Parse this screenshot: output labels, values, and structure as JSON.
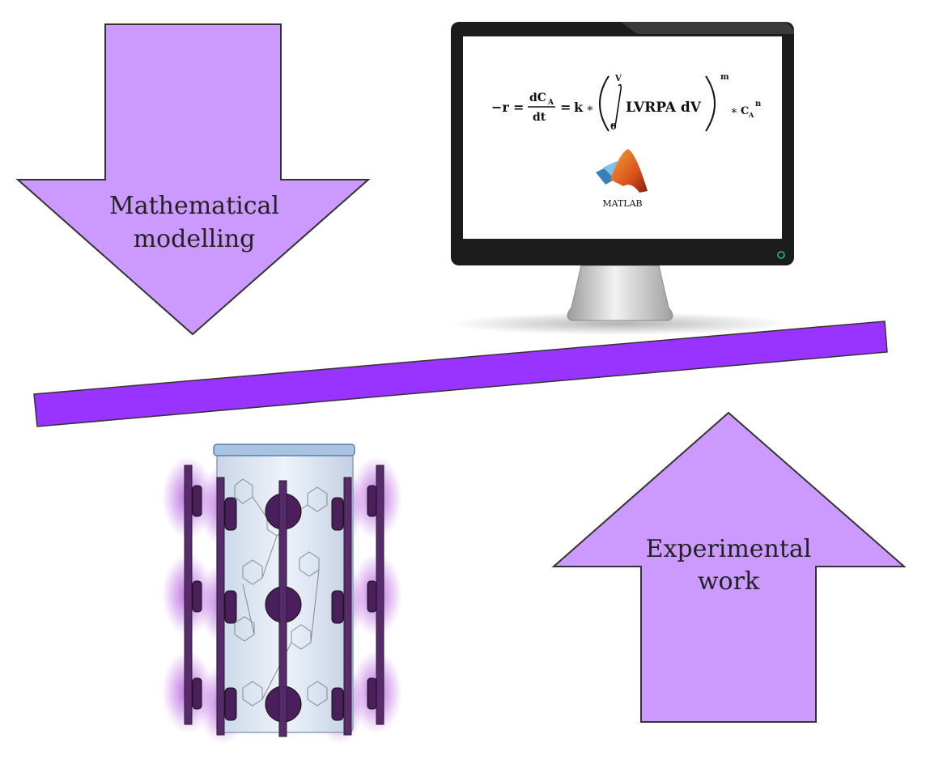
{
  "top_arrow": {
    "line1": "Mathematical",
    "line2": "modelling",
    "fill": "#cc99ff",
    "stroke": "#333333"
  },
  "bottom_arrow": {
    "line1": "Experimental",
    "line2": "work",
    "fill": "#cc99ff",
    "stroke": "#333333"
  },
  "balance_bar": {
    "fill": "#9933ff"
  },
  "monitor": {
    "equation": {
      "minus_r": "−r",
      "eq": "=",
      "dca": "dC",
      "dca_sub": "A",
      "dt": "dt",
      "k": "k",
      "star": "∗",
      "int_top": "V",
      "int_bottom": "0",
      "lvrpa": "LVRPA dV",
      "m": "m",
      "ca": "C",
      "ca_sub": "A",
      "n": "n"
    },
    "logo_text": "MATLAB",
    "power_color": "#2bb3a0"
  },
  "reactor": {
    "glow_color": "#9933cc",
    "lamp_color": "#4a1f5c"
  }
}
